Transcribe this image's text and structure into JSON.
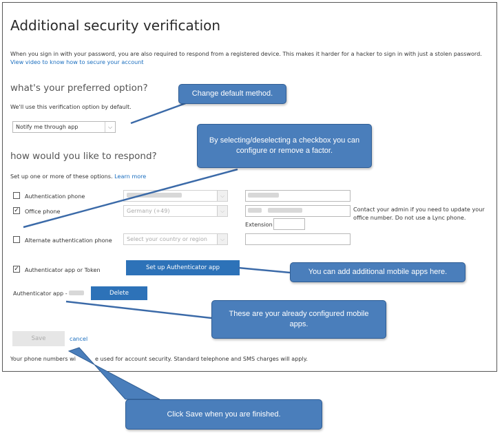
{
  "page": {
    "title": "Additional security verification",
    "intro": "When you sign in with your password, you are also required to respond from a registered device. This makes it harder for a hacker to sign in with just a stolen password.",
    "video_link": "View video to know how to secure your account"
  },
  "preferred": {
    "heading": "what's your preferred option?",
    "desc": "We'll use this verification option by default.",
    "selected": "Notify me through app"
  },
  "respond": {
    "heading": "how would you like to respond?",
    "desc": "Set up one or more of these options.",
    "learn_more": "Learn more",
    "options": [
      {
        "label": "Authentication phone",
        "checked": false,
        "country": ""
      },
      {
        "label": "Office phone",
        "checked": true,
        "country": "Germany (+49)"
      },
      {
        "label": "Alternate authentication phone",
        "checked": false,
        "country": "Select your country or region"
      },
      {
        "label": "Authenticator app or Token",
        "checked": true
      }
    ],
    "extension_label": "Extension",
    "office_note_line1": "Contact your admin if you need to update your",
    "office_note_line2": "office number. Do not use a Lync phone.",
    "setup_button": "Set up Authenticator app",
    "app_label": "Authenticator app -",
    "delete_button": "Delete",
    "checkmark": "✓",
    "dropdown_arrow": "⌵"
  },
  "footer": {
    "save": "Save",
    "cancel": "cancel",
    "note_part1": "Your phone numbers wi",
    "note_part2": "e used for account security. Standard telephone and SMS charges will apply."
  },
  "callouts": {
    "default_method": "Change default method.",
    "checkbox": "By selecting/deselecting a checkbox you can configure or remove a factor.",
    "add_apps": "You can add additional mobile apps here.",
    "configured": "These are your already configured mobile apps.",
    "save": "Click Save when you are finished."
  },
  "colors": {
    "callout_fill": "#4a7ebb",
    "button_blue": "#2d72b8",
    "link": "#1a6ebf"
  }
}
